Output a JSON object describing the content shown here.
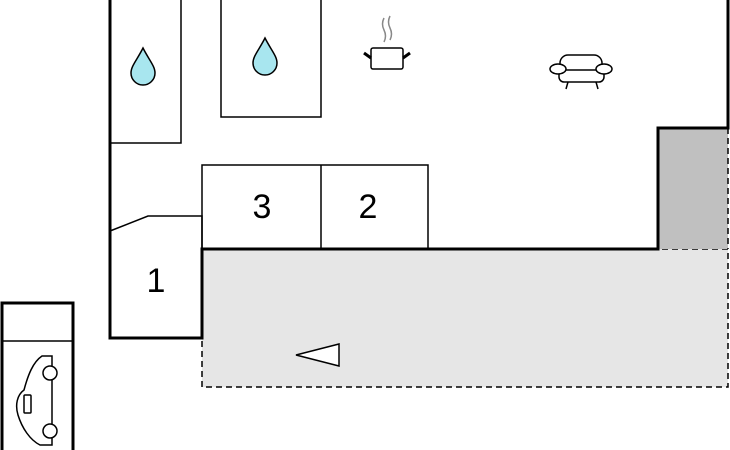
{
  "rooms": [
    {
      "id": "room-1",
      "label": "1"
    },
    {
      "id": "room-2",
      "label": "2"
    },
    {
      "id": "room-3",
      "label": "3"
    }
  ],
  "icons": [
    "water-drop-icon",
    "water-drop-icon",
    "cooking-pot-icon",
    "armchair-icon",
    "car-icon",
    "arrow-left-icon"
  ],
  "colors": {
    "wall": "#000000",
    "water": "#a8e6ef",
    "terrace": "#e6e6e6",
    "dark_area": "#c0c0c0",
    "steam": "#888888"
  }
}
